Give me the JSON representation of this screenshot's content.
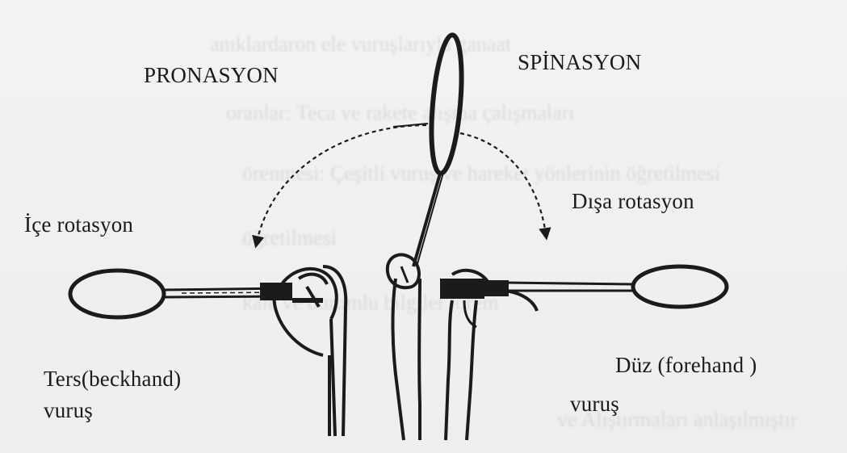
{
  "labels": {
    "pronation": "PRONASYON",
    "supination": "SPİNASYON",
    "internal_rotation": "İçe rotasyon",
    "external_rotation": "Dışa rotasyon",
    "backhand_line1": "Ters(beckhand)",
    "backhand_line2": "vuruş",
    "forehand_line1": "Düz  (forehand )",
    "forehand_line2": "vuruş"
  },
  "colors": {
    "ink": "#1b1b1b",
    "paper": "#f2f1f0"
  }
}
